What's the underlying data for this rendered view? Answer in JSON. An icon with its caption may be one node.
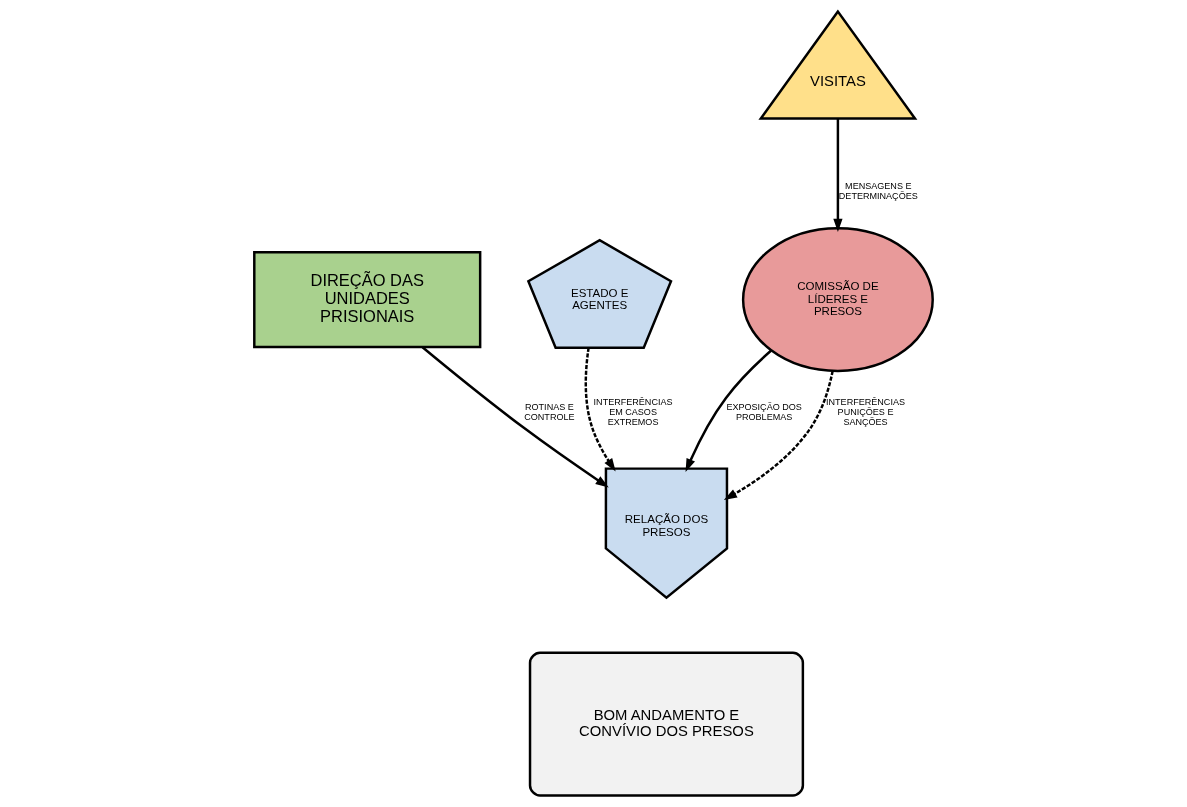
{
  "diagram": {
    "nodes": [
      {
        "text": [
          "COMISSÃO DE LÍDERES E PRESOS"
        ]
      },
      {
        "text": [
          "DIREÇÃO DAS UNIDADES PRISIONAIS"
        ]
      },
      {
        "text": [
          "RELAÇÃO DOS PRESOS"
        ]
      },
      {
        "text": [
          "ESTADO E AGENTES"
        ]
      },
      {
        "text": [
          "VISITAS"
        ]
      },
      {
        "text": [
          "BOM ANDAMENTO E CONVÍVIO DOS PRESOS"
        ]
      }
    ],
    "edges": [
      {
        "from": 0,
        "to": 2,
        "arrow": "to",
        "label": "EXPOSIÇÃO DOS PROBLEMAS"
      },
      {
        "from": 1,
        "to": 2,
        "arrow": "to",
        "label": "ROTINAS E CONTROLE"
      },
      {
        "from": 0,
        "to": 2,
        "arrow": "to",
        "style": "dashed",
        "label": "INTERFERÊNCIAS PUNIÇÕES E SANÇÕES"
      },
      {
        "from": 3,
        "to": 2,
        "arrow": "to",
        "style": "dashed",
        "label": "INTERFERÊNCIAS EM CASOS EXTREMOS"
      },
      {
        "from": 4,
        "to": 0,
        "arrow": "to",
        "label": "MENSAGENS E DETERMINAÇÕES"
      }
    ]
  }
}
